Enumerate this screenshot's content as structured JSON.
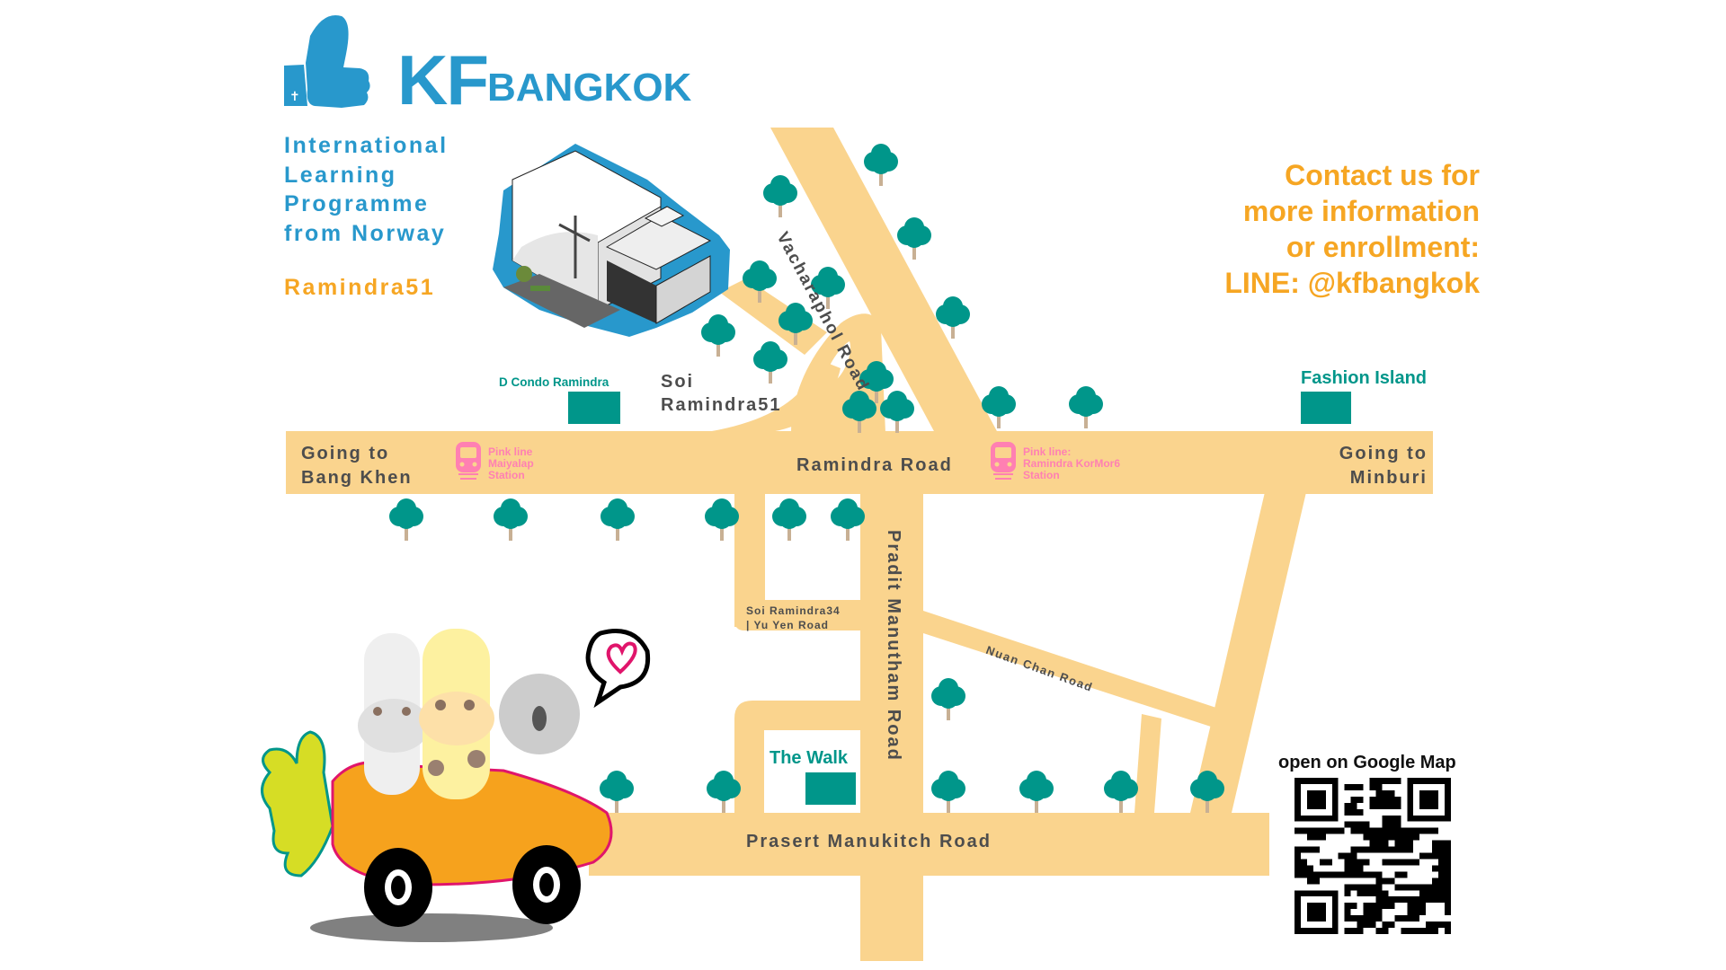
{
  "brand": {
    "kf": "KF",
    "bangkok": "BANGKOK",
    "color": "#2898cc"
  },
  "tagline": [
    "International",
    "Learning",
    "Programme",
    "from Norway"
  ],
  "location_name": "Ramindra51",
  "contact": {
    "lines": [
      "Contact us for",
      "more information",
      "or enrollment:",
      "LINE: @kfbangkok"
    ],
    "color": "#f6a623"
  },
  "roads": {
    "ramindra": "Ramindra Road",
    "vacharaphol": "Vacharaphol Road",
    "pradit": "Pradit Manutham Road",
    "prasert": "Prasert Manukitch Road",
    "nuan_chan": "Nuan Chan Road",
    "soi34_line1": "Soi Ramindra34",
    "soi34_line2": "| Yu Yen Road",
    "soi51_line1": "Soi",
    "soi51_line2": "Ramindra51"
  },
  "directions": {
    "west_line1": "Going to",
    "west_line2": "Bang Khen",
    "east_line1": "Going to",
    "east_line2": "Minburi"
  },
  "landmarks": {
    "d_condo": "D Condo Ramindra",
    "fashion_island": "Fashion Island",
    "the_walk": "The Walk"
  },
  "stations": [
    {
      "lines": [
        "Pink line",
        "Maiyalap",
        "Station"
      ]
    },
    {
      "lines": [
        "Pink line:",
        "Ramindra KorMor6",
        "Station"
      ]
    }
  ],
  "qr": {
    "label": "open on Google Map"
  },
  "colors": {
    "road": "#fad48e",
    "tree": "#00968a",
    "trunk": "#c8b094",
    "landmark": "#00968a",
    "station": "#ff80b2",
    "road_text": "#4d4d4d"
  }
}
